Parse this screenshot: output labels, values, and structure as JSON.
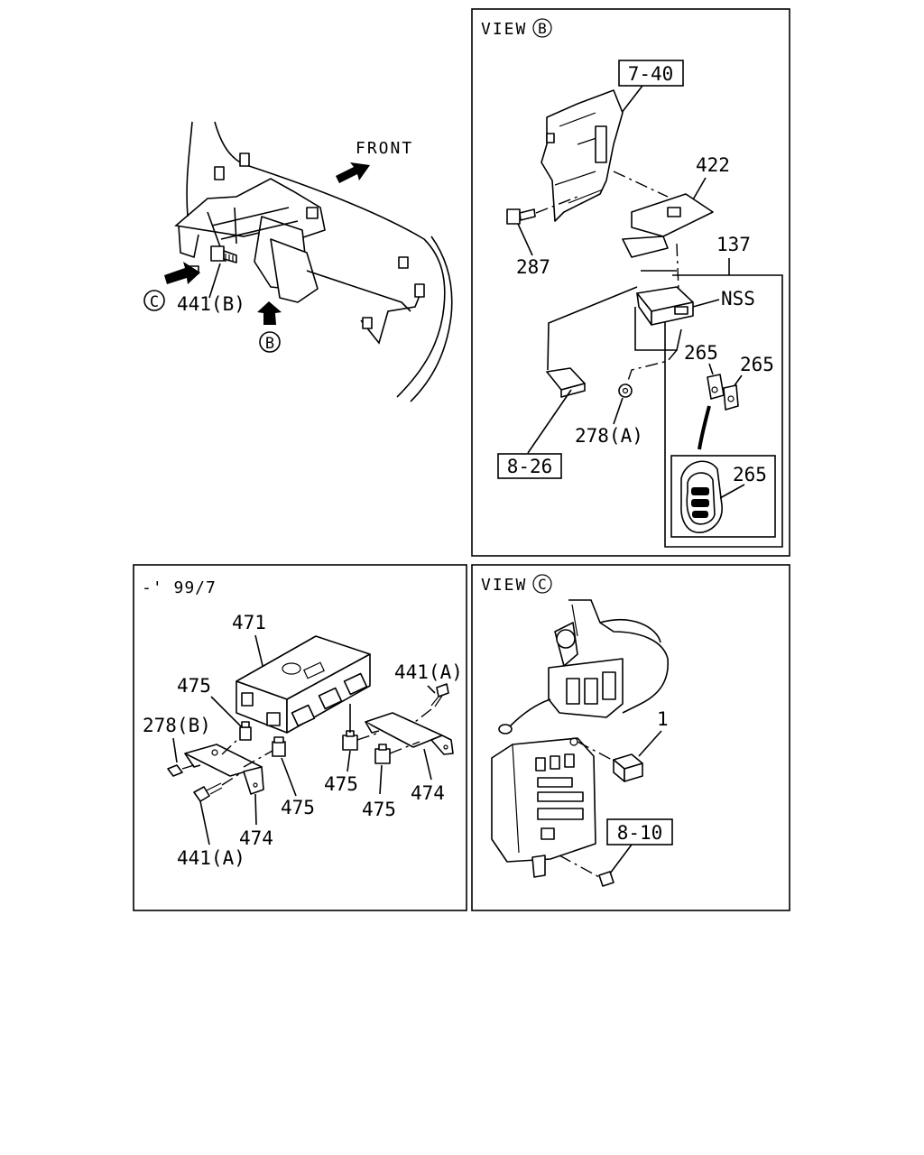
{
  "main_view": {
    "front_label": "FRONT",
    "view_b_marker": "B",
    "view_c_marker": "C",
    "part_441b": "441(B)"
  },
  "view_b": {
    "header_prefix": "VIEW",
    "header_letter": "B",
    "ref_7_40": "7-40",
    "p422": "422",
    "p137": "137",
    "p287": "287",
    "nss": "NSS",
    "p265_a": "265",
    "p265_b": "265",
    "p265_c": "265",
    "p278a": "278(A)",
    "ref_8_26": "8-26"
  },
  "panel_99": {
    "header": "-' 99/7",
    "p471": "471",
    "p475_a": "475",
    "p475_b": "475",
    "p475_c": "475",
    "p475_d": "475",
    "p278b": "278(B)",
    "p441a_top": "441(A)",
    "p441a_bottom": "441(A)",
    "p474_a": "474",
    "p474_b": "474"
  },
  "view_c": {
    "header_prefix": "VIEW",
    "header_letter": "C",
    "p1": "1",
    "ref_8_10": "8-10"
  }
}
